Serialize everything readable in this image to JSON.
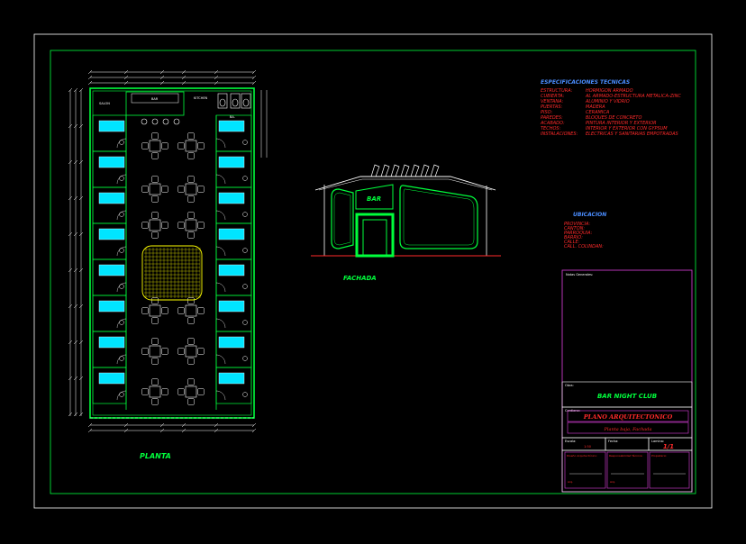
{
  "drawing": {
    "plan_label": "PLANTA",
    "facade_label": "FACHADA",
    "facade_sign": "BAR",
    "plan_room_labels": [
      "SALON",
      "BAR",
      "KITCHEN",
      "BA."
    ]
  },
  "specs": {
    "title": "ESPECIFICACIONES TECNICAS",
    "rows": [
      [
        "ESTRUCTURA:",
        "HORMIGON ARMADO"
      ],
      [
        "CUBIERTA:",
        "AL ARMADO-ESTRUCTURA METALICA-ZINC"
      ],
      [
        "VENTANA:",
        "ALUMINIO Y VIDRIO"
      ],
      [
        "PUERTAS:",
        "MADERA"
      ],
      [
        "PISO:",
        "CERAMICA"
      ],
      [
        "PAREDES:",
        "BLOQUES DE CONCRETO"
      ],
      [
        "ACABADO:",
        "PINTURA INTERIOR Y EXTERIOR"
      ],
      [
        "TECHOS:",
        "INTERIOR Y EXTERIOR CON GYPSUM"
      ],
      [
        "INSTALACIONES:",
        "ELECTRICAS Y SANITARIAS EMPOTRADAS"
      ]
    ]
  },
  "location": {
    "title": "UBICACION",
    "rows": [
      "PROVINCIA:",
      "CANTON:",
      "PARROQUIA:",
      "BARRIO:",
      "CALLE:",
      "CALL. COLINDAN:"
    ]
  },
  "titleblock": {
    "notes_label": "Notas Generales:",
    "project_label": "Obra:",
    "project_name": "BAR NIGHT CLUB",
    "content_label": "Contiene:",
    "sheet_title": "PLANO ARQUITECTONICO",
    "sheet_subtitle": "Planta baja, Fachada",
    "scale_label": "Escala:",
    "scale_value": "1:50",
    "date_label": "Fecha:",
    "sheet_label": "Lamina:",
    "sheet_value": "1/1",
    "sig1_label": "Diseño Arquitectónico:",
    "sig2_label": "Responsabilidad Técnica:",
    "sig3_label": "Propietario:",
    "sig_arq": "Arq."
  }
}
